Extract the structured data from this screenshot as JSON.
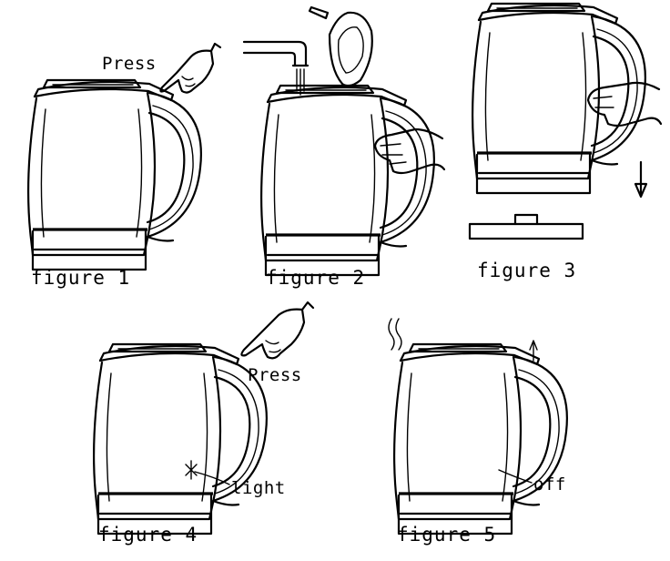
{
  "figures": [
    {
      "caption": "figure 1",
      "label": "Press"
    },
    {
      "caption": "figure 2"
    },
    {
      "caption": "figure 3"
    },
    {
      "caption": "figure 4",
      "labels": [
        "Press",
        "light"
      ]
    },
    {
      "caption": "figure 5",
      "label": "off"
    }
  ]
}
